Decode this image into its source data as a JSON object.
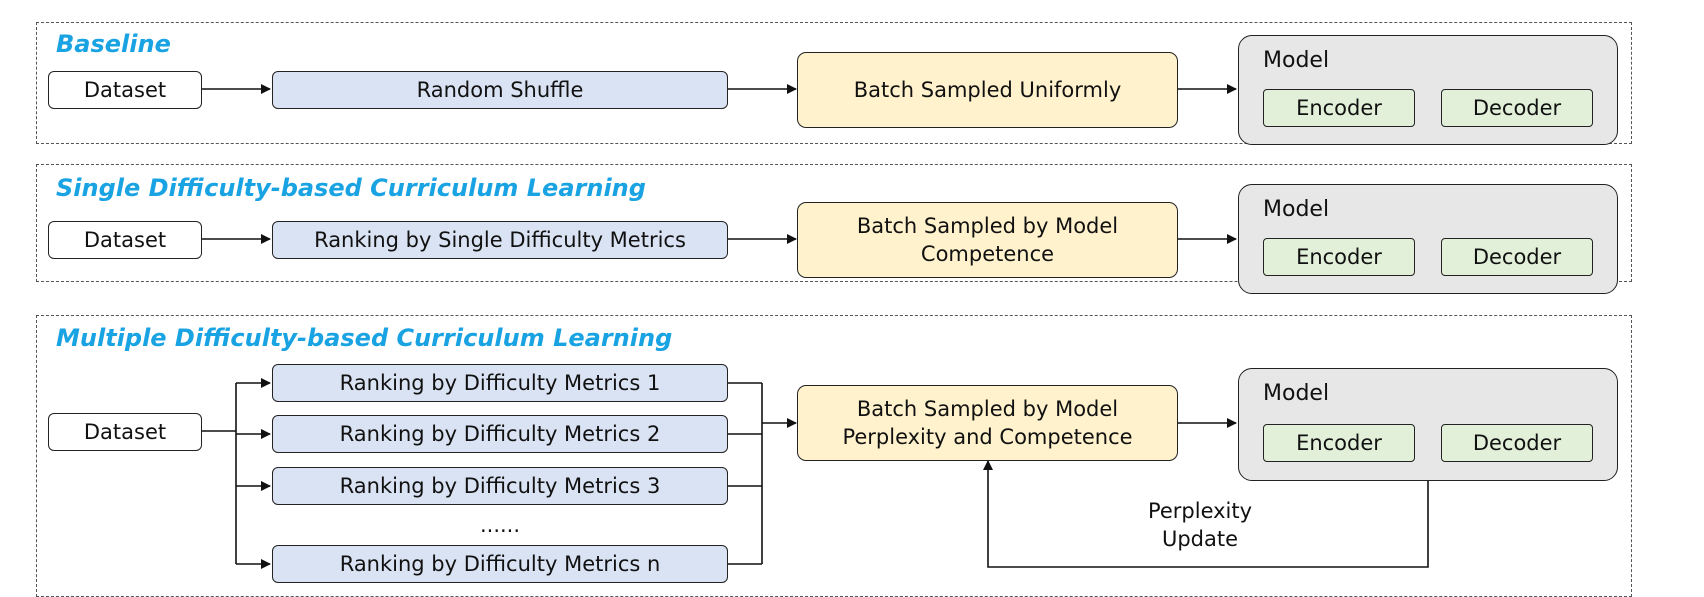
{
  "baseline": {
    "title": "Baseline",
    "dataset": "Dataset",
    "step": "Random Shuffle",
    "batch": "Batch Sampled Uniformly",
    "model": {
      "label": "Model",
      "encoder": "Encoder",
      "decoder": "Decoder"
    }
  },
  "single": {
    "title": "Single Difficulty-based Curriculum Learning",
    "dataset": "Dataset",
    "step": "Ranking by Single Difficulty Metrics",
    "batch": "Batch Sampled by Model Competence",
    "model": {
      "label": "Model",
      "encoder": "Encoder",
      "decoder": "Decoder"
    }
  },
  "multiple": {
    "title": "Multiple Difficulty-based Curriculum Learning",
    "dataset": "Dataset",
    "rankings": [
      "Ranking by Difficulty Metrics 1",
      "Ranking by Difficulty Metrics 2",
      "Ranking by Difficulty Metrics 3",
      "Ranking by Difficulty Metrics n"
    ],
    "ellipsis": "......",
    "batch": "Batch Sampled by Model Perplexity and Competence",
    "model": {
      "label": "Model",
      "encoder": "Encoder",
      "decoder": "Decoder"
    },
    "feedback": "Perplexity Update"
  }
}
